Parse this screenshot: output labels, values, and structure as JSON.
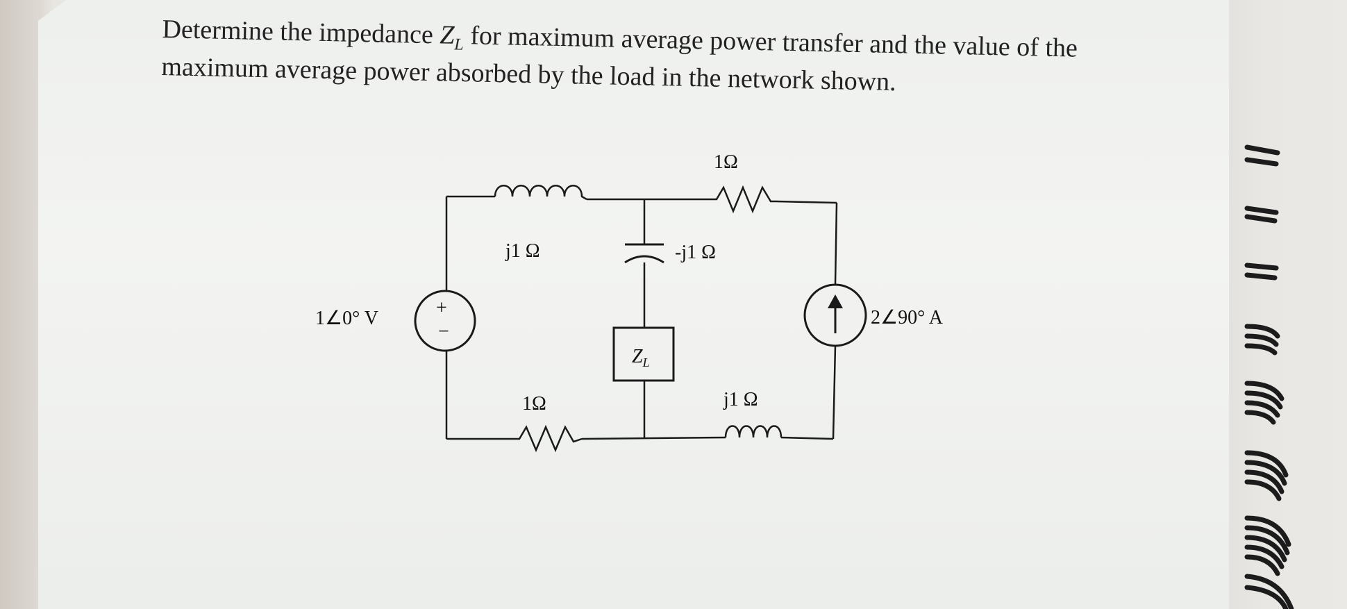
{
  "question": {
    "prefix": "Determine the impedance ",
    "symbol": "Z",
    "symbol_sub": "L",
    "suffix": " for maximum average power transfer and the value of the maximum average power absorbed by the load in the network shown."
  },
  "circuit": {
    "voltage_source_label": "1∠0° V",
    "voltage_plus": "+",
    "voltage_minus": "−",
    "inductor_top_label": "j1 Ω",
    "resistor_top_label": "1Ω",
    "capacitor_label": "-j1 Ω",
    "load_label_main": "Z",
    "load_label_sub": "L",
    "current_source_label": "2∠90° A",
    "resistor_bottom_label": "1Ω",
    "inductor_bottom_label": "j1 Ω"
  },
  "colors": {
    "wire": "#1a1a1a",
    "text": "#222222",
    "paper": "#f1f2f0"
  }
}
